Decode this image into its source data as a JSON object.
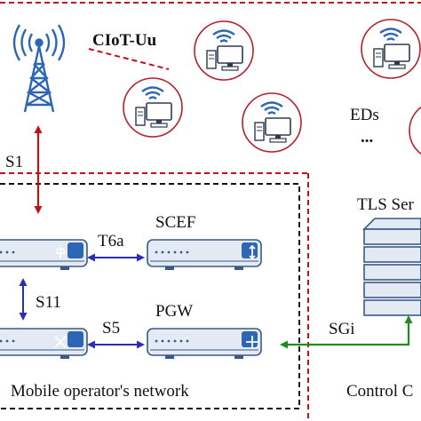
{
  "labels": {
    "ciot_uu": "CIoT-Uu",
    "s1": "S1",
    "eds": "EDs",
    "eds_dots": "...",
    "tls_server": "TLS Ser",
    "scef": "SCEF",
    "t6a": "T6a",
    "s11": "S11",
    "s5": "S5",
    "pgw": "PGW",
    "sgi": "SGi",
    "mobile_network": "Mobile operator's network",
    "control_center": "Control C"
  },
  "colors": {
    "red_dashed": "#c0101a",
    "black_dashed": "#111111",
    "blue_arrow": "#2c2cb4",
    "green_arrow": "#1e8c1e",
    "device_fill": "#e4eaf3",
    "device_stroke": "#3a5a85",
    "device_icon": "#2d66b5",
    "circle_stroke": "#b0212e",
    "tower": "#2d66b5"
  },
  "icons": [
    "cell-tower-icon",
    "computer-wifi-icon",
    "network-device-icon",
    "server-rack-icon"
  ]
}
